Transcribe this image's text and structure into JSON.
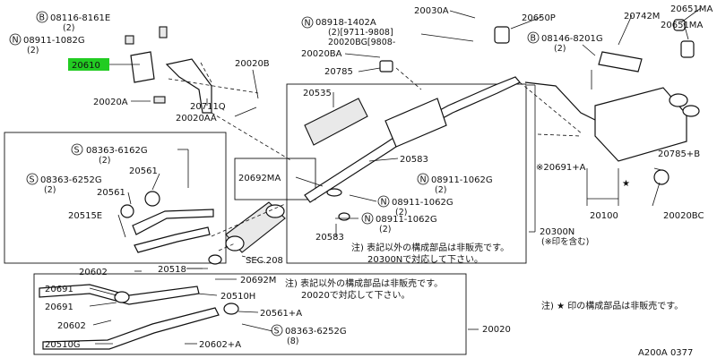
{
  "labels": {
    "l_08116": "08116-8161E",
    "l_08116_q": "(2)",
    "l_08911a": "08911-1082G",
    "l_08911a_q": "(2)",
    "l_20610": "20610",
    "l_20020a": "20020A",
    "l_20711q": "20711Q",
    "l_20020b": "20020B",
    "l_20020aa": "20020AA",
    "l_20030a": "20030A",
    "l_08918": "08918-1402A",
    "l_08918_q": "(2)[9711-9808]",
    "l_20020bg": "20020BG[9808-",
    "l_20020ba": "20020BA",
    "l_20785a": "20785",
    "l_20650p": "20650P",
    "l_20742m": "20742M",
    "l_20651ma1": "20651MA",
    "l_20651ma2": "20651MA",
    "l_08146": "08146-8201G",
    "l_08146_q": "(2)",
    "l_20535": "20535",
    "l_08363a": "08363-6162G",
    "l_08363a_q": "(2)",
    "l_08363b": "08363-6252G",
    "l_08363b_q": "(2)",
    "l_20561a": "20561",
    "l_20561b": "20561",
    "l_20515e": "20515E",
    "l_20692ma": "20692MA",
    "l_20583a": "20583",
    "l_20583b": "20583",
    "l_08911b": "08911-1062G",
    "l_08911b_q": "(2)",
    "l_08911c": "08911-1062G",
    "l_08911c_q": "(2)",
    "l_08911d": "08911-1062G",
    "l_08911d_q": "(2)",
    "l_20691a_star": "※20691+A",
    "l_20785b": "20785+B",
    "l_20100": "20100",
    "l_20020bc": "20020BC",
    "l_sec208": "SEC.208",
    "l_20300n": "20300N",
    "l_20300n_note": "(※印を含む)",
    "l_jp_note1": "注) 表記以外の構成部品は非販売です。",
    "l_jp_note1b": "20300Nで対応して下さい。",
    "l_20602a": "20602",
    "l_20518": "20518",
    "l_20692m": "20692M",
    "l_jp_note2": "注) 表記以外の構成部品は非販売です。",
    "l_jp_note2b": "20020で対応して下さい。",
    "l_jp_note3": "注) ★ 印の構成部品は非販売です。",
    "l_20691a": "20691",
    "l_20691b": "20691",
    "l_20510h": "20510H",
    "l_20561pa": "20561+A",
    "l_08363c": "08363-6252G",
    "l_08363c_q": "(8)",
    "l_20602b": "20602",
    "l_20510g": "20510G",
    "l_20602pa": "20602+A",
    "l_20020": "20020",
    "l_footer": "A200A 0377"
  },
  "circle_letters": {
    "b": "B",
    "n": "N",
    "s": "S"
  },
  "colors": {
    "highlight": "#22cc22",
    "ink": "#111111"
  }
}
